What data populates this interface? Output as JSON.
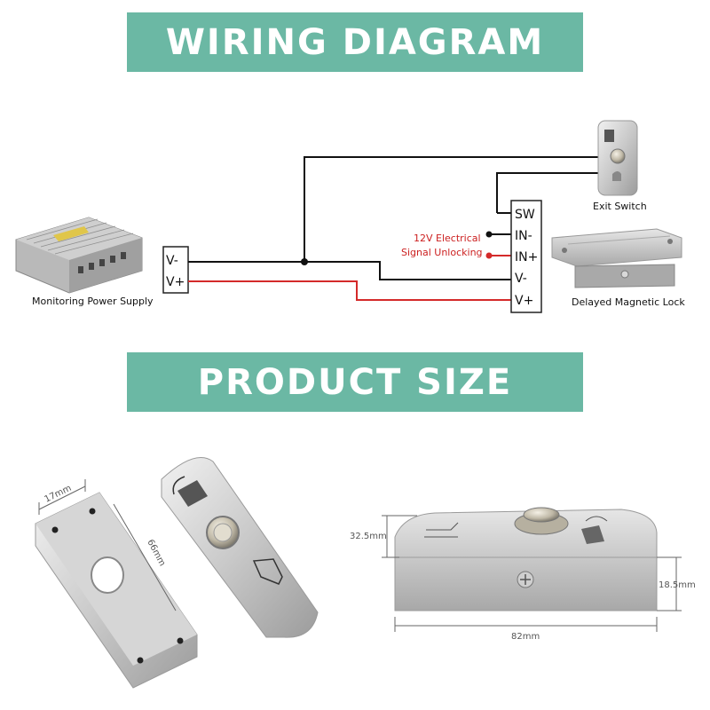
{
  "banners": {
    "wiring": "WIRING DIAGRAM",
    "size": "PRODUCT SIZE"
  },
  "components": {
    "power_supply": "Monitoring Power Supply",
    "exit_switch": "Exit Switch",
    "magnetic_lock": "Delayed Magnetic Lock",
    "signal_line1": "12V Electrical",
    "signal_line2": "Signal Unlocking"
  },
  "terminals": {
    "power": [
      "V-",
      "V+"
    ],
    "lock": [
      "SW",
      "IN-",
      "IN+",
      "V-",
      "V+"
    ]
  },
  "dimensions": {
    "width": "17mm",
    "length": "66mm",
    "height_top": "32.5mm",
    "height_side": "18.5mm",
    "depth": "82mm"
  },
  "colors": {
    "banner": "#6bb8a4",
    "positive_wire": "#d42a2a",
    "negative_wire": "#111111"
  }
}
